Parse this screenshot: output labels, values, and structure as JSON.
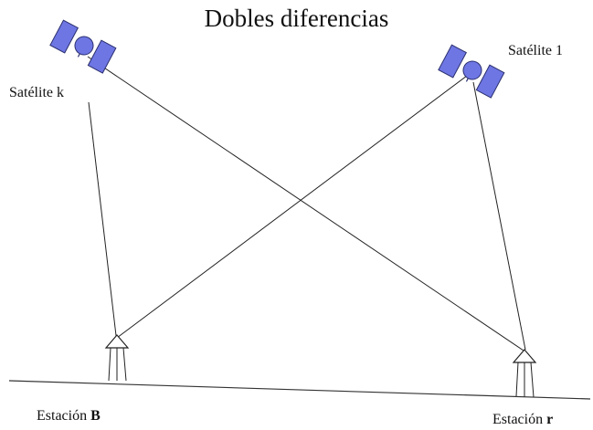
{
  "title": "Dobles diferencias",
  "satellites": {
    "k": {
      "label": "Satélite k"
    },
    "one": {
      "label": "Satélite 1"
    }
  },
  "stations": {
    "B": {
      "prefix": "Estación",
      "name": "B"
    },
    "r": {
      "prefix": "Estación",
      "name": "r"
    }
  },
  "colors": {
    "satellite_panel": "#6e76e4",
    "satellite_outline": "#2a2f6e",
    "line": "#222222",
    "ground": "#333333"
  }
}
